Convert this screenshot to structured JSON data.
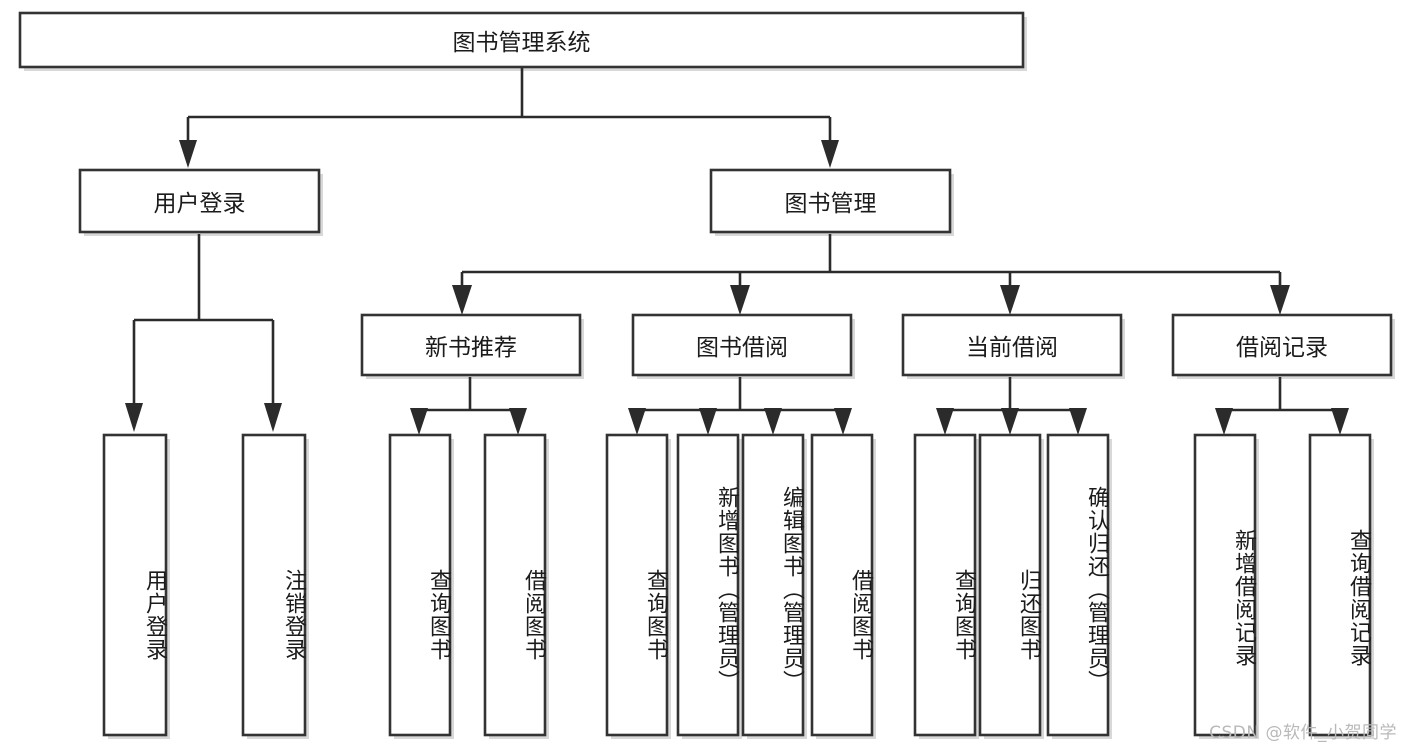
{
  "diagram": {
    "title": "图书管理系统",
    "type": "tree-hierarchy",
    "root": {
      "id": "root",
      "label": "图书管理系统"
    },
    "level2": [
      {
        "id": "user-login",
        "label": "用户登录"
      },
      {
        "id": "book-manage",
        "label": "图书管理"
      }
    ],
    "level3": [
      {
        "id": "new-book-rec",
        "label": "新书推荐",
        "parent": "book-manage"
      },
      {
        "id": "book-borrow",
        "label": "图书借阅",
        "parent": "book-manage"
      },
      {
        "id": "current-borrow",
        "label": "当前借阅",
        "parent": "book-manage"
      },
      {
        "id": "borrow-record",
        "label": "借阅记录",
        "parent": "book-manage"
      }
    ],
    "leaves": {
      "user-login": [
        {
          "id": "leaf-user-login",
          "label": "用户登录"
        },
        {
          "id": "leaf-logout",
          "label": "注销登录"
        }
      ],
      "new-book-rec": [
        {
          "id": "leaf-query-book-1",
          "label": "查询图书"
        },
        {
          "id": "leaf-borrow-book-1",
          "label": "借阅图书"
        }
      ],
      "book-borrow": [
        {
          "id": "leaf-query-book-2",
          "label": "查询图书"
        },
        {
          "id": "leaf-add-book",
          "label": "新增图书（管理员）"
        },
        {
          "id": "leaf-edit-book",
          "label": "编辑图书（管理员）"
        },
        {
          "id": "leaf-borrow-book-2",
          "label": "借阅图书"
        }
      ],
      "current-borrow": [
        {
          "id": "leaf-query-book-3",
          "label": "查询图书"
        },
        {
          "id": "leaf-return-book",
          "label": "归还图书"
        },
        {
          "id": "leaf-confirm-return",
          "label": "确认归还（管理员）"
        }
      ],
      "borrow-record": [
        {
          "id": "leaf-add-record",
          "label": "新增借阅记录"
        },
        {
          "id": "leaf-query-record",
          "label": "查询借阅记录"
        }
      ]
    },
    "watermark": "CSDN @软件_小贺同学",
    "colors": {
      "box_stroke": "#333333",
      "box_fill": "#ffffff",
      "connector": "#2b2b2b",
      "text": "#1b1b1b",
      "watermark": "#b9b9b9",
      "background": "#ffffff"
    }
  }
}
